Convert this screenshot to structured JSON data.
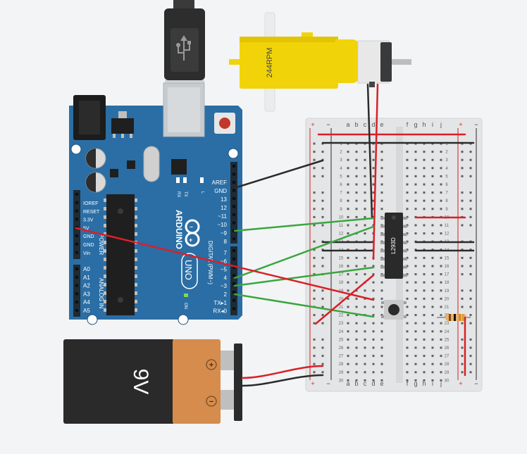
{
  "arduino": {
    "brand": "ARDUINO",
    "model": "UNO",
    "on_label": "ON",
    "tx_label": "TX",
    "rx_label": "RX",
    "l_label": "L",
    "digital_label": "DIGITAL (PWM~)",
    "power_label": "POWER",
    "analog_label": "ANALOG IN",
    "pins_digital": [
      "AREF",
      "GND",
      "13",
      "12",
      "~11",
      "~10",
      "~9",
      "8",
      "7",
      "~6",
      "~5",
      "4",
      "~3",
      "2",
      "TX▸1",
      "RX◂0"
    ],
    "pins_power": [
      "IOREF",
      "RESET",
      "3.3V",
      "5V",
      "GND",
      "GND",
      "Vin"
    ],
    "pins_analog": [
      "A0",
      "A1",
      "A2",
      "A3",
      "A4",
      "A5"
    ],
    "colors": {
      "board": "#2a6ea5",
      "header": "#1f2a33"
    }
  },
  "motor": {
    "label": "244RPM",
    "color": "#f1d30a"
  },
  "battery": {
    "label": "9V",
    "plus": "+",
    "minus": "−"
  },
  "breadboard": {
    "cols_left": [
      "a",
      "b",
      "c",
      "d",
      "e"
    ],
    "cols_right": [
      "f",
      "g",
      "h",
      "i",
      "j"
    ],
    "rail_plus": "+",
    "rail_minus": "−",
    "rows": 30
  },
  "ic": {
    "label": "L293D"
  },
  "wires": {
    "red": "#d92027",
    "black": "#2b2b2b",
    "green": "#3aa63e"
  }
}
